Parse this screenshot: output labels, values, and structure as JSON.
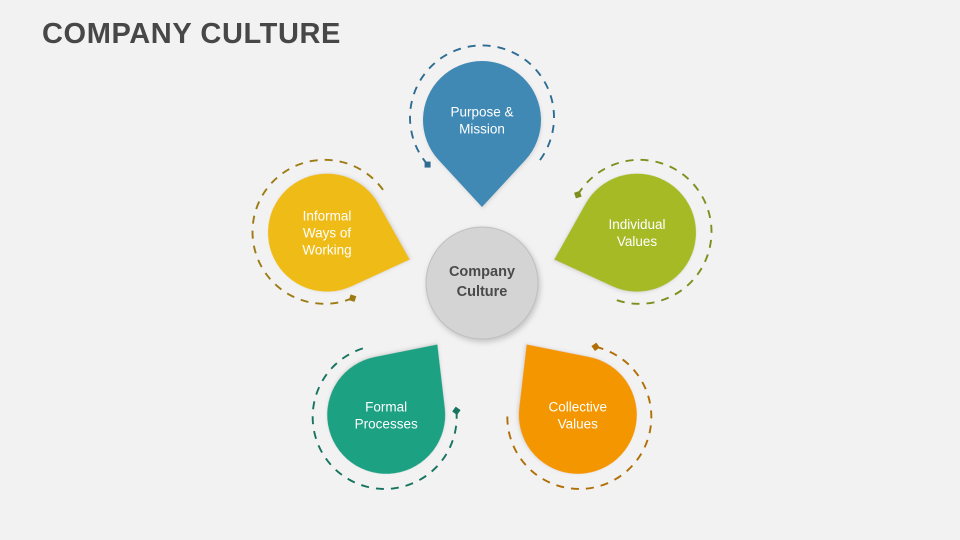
{
  "slide": {
    "title": "COMPANY CULTURE",
    "background_color": "#f2f2f2",
    "title_color": "#474747"
  },
  "hub": {
    "line1": "Company",
    "line2": "Culture",
    "fill_color": "#d4d4d4",
    "text_color": "#4a4a4a"
  },
  "chart_data": {
    "type": "diagram",
    "title": "COMPANY CULTURE",
    "layout": "radial-petal",
    "center": "Company Culture",
    "petal_count": 5,
    "petals": [
      {
        "id": "purpose-mission",
        "label": "Purpose & Mission",
        "lines": [
          "Purpose &",
          "Mission"
        ],
        "color": "#4089b5",
        "dash_color": "#2e6c93",
        "angle_deg": 0,
        "position": "top"
      },
      {
        "id": "individual-values",
        "label": "Individual Values",
        "lines": [
          "Individual",
          "Values"
        ],
        "color": "#a6ba26",
        "dash_color": "#7f8f1d",
        "angle_deg": 72,
        "position": "right"
      },
      {
        "id": "collective-values",
        "label": "Collective Values",
        "lines": [
          "Collective",
          "Values"
        ],
        "color": "#f49600",
        "dash_color": "#b06f05",
        "angle_deg": 144,
        "position": "bottom-right"
      },
      {
        "id": "formal-processes",
        "label": "Formal Processes",
        "lines": [
          "Formal",
          "Processes"
        ],
        "color": "#1fa183",
        "dash_color": "#16745f",
        "angle_deg": 216,
        "position": "bottom-left"
      },
      {
        "id": "informal-ways-of-working",
        "label": "Informal Ways of Working",
        "lines": [
          "Informal",
          "Ways of",
          "Working"
        ],
        "color": "#efbb15",
        "dash_color": "#9c7c12",
        "angle_deg": 288,
        "position": "left"
      }
    ]
  }
}
